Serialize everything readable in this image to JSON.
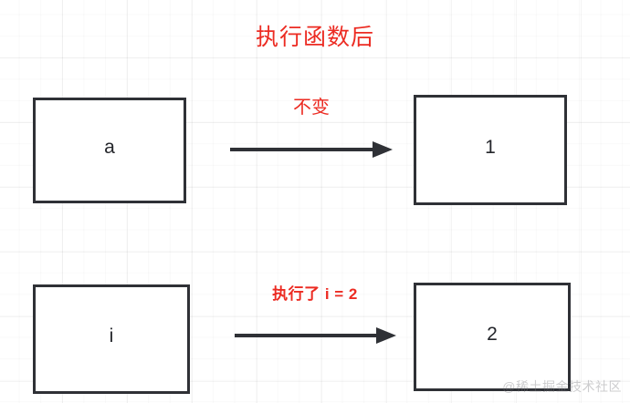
{
  "diagram": {
    "title": "执行函数后",
    "boxes": [
      {
        "id": "box-a",
        "label": "a",
        "role": "variable-name",
        "row": "top",
        "side": "left"
      },
      {
        "id": "box-1",
        "label": "1",
        "role": "variable-value",
        "row": "top",
        "side": "right"
      },
      {
        "id": "box-i",
        "label": "i",
        "role": "variable-name",
        "row": "bottom",
        "side": "left"
      },
      {
        "id": "box-2",
        "label": "2",
        "role": "variable-value",
        "row": "bottom",
        "side": "right"
      }
    ],
    "arrows": [
      {
        "id": "arrow-top",
        "caption": "不变",
        "from": "box-a",
        "to": "box-1"
      },
      {
        "id": "arrow-bottom",
        "caption": "执行了 i = 2",
        "from": "box-i",
        "to": "box-2"
      }
    ],
    "watermark": "@稀土掘金技术社区",
    "colors": {
      "accent_red": "#ec2b22",
      "box_stroke": "#2f3136",
      "text_dark": "#24262b",
      "background": "#ffffff",
      "grid_line": "rgba(0,0,0,0.045)",
      "watermark_text": "rgba(120,120,125,0.38)"
    }
  }
}
